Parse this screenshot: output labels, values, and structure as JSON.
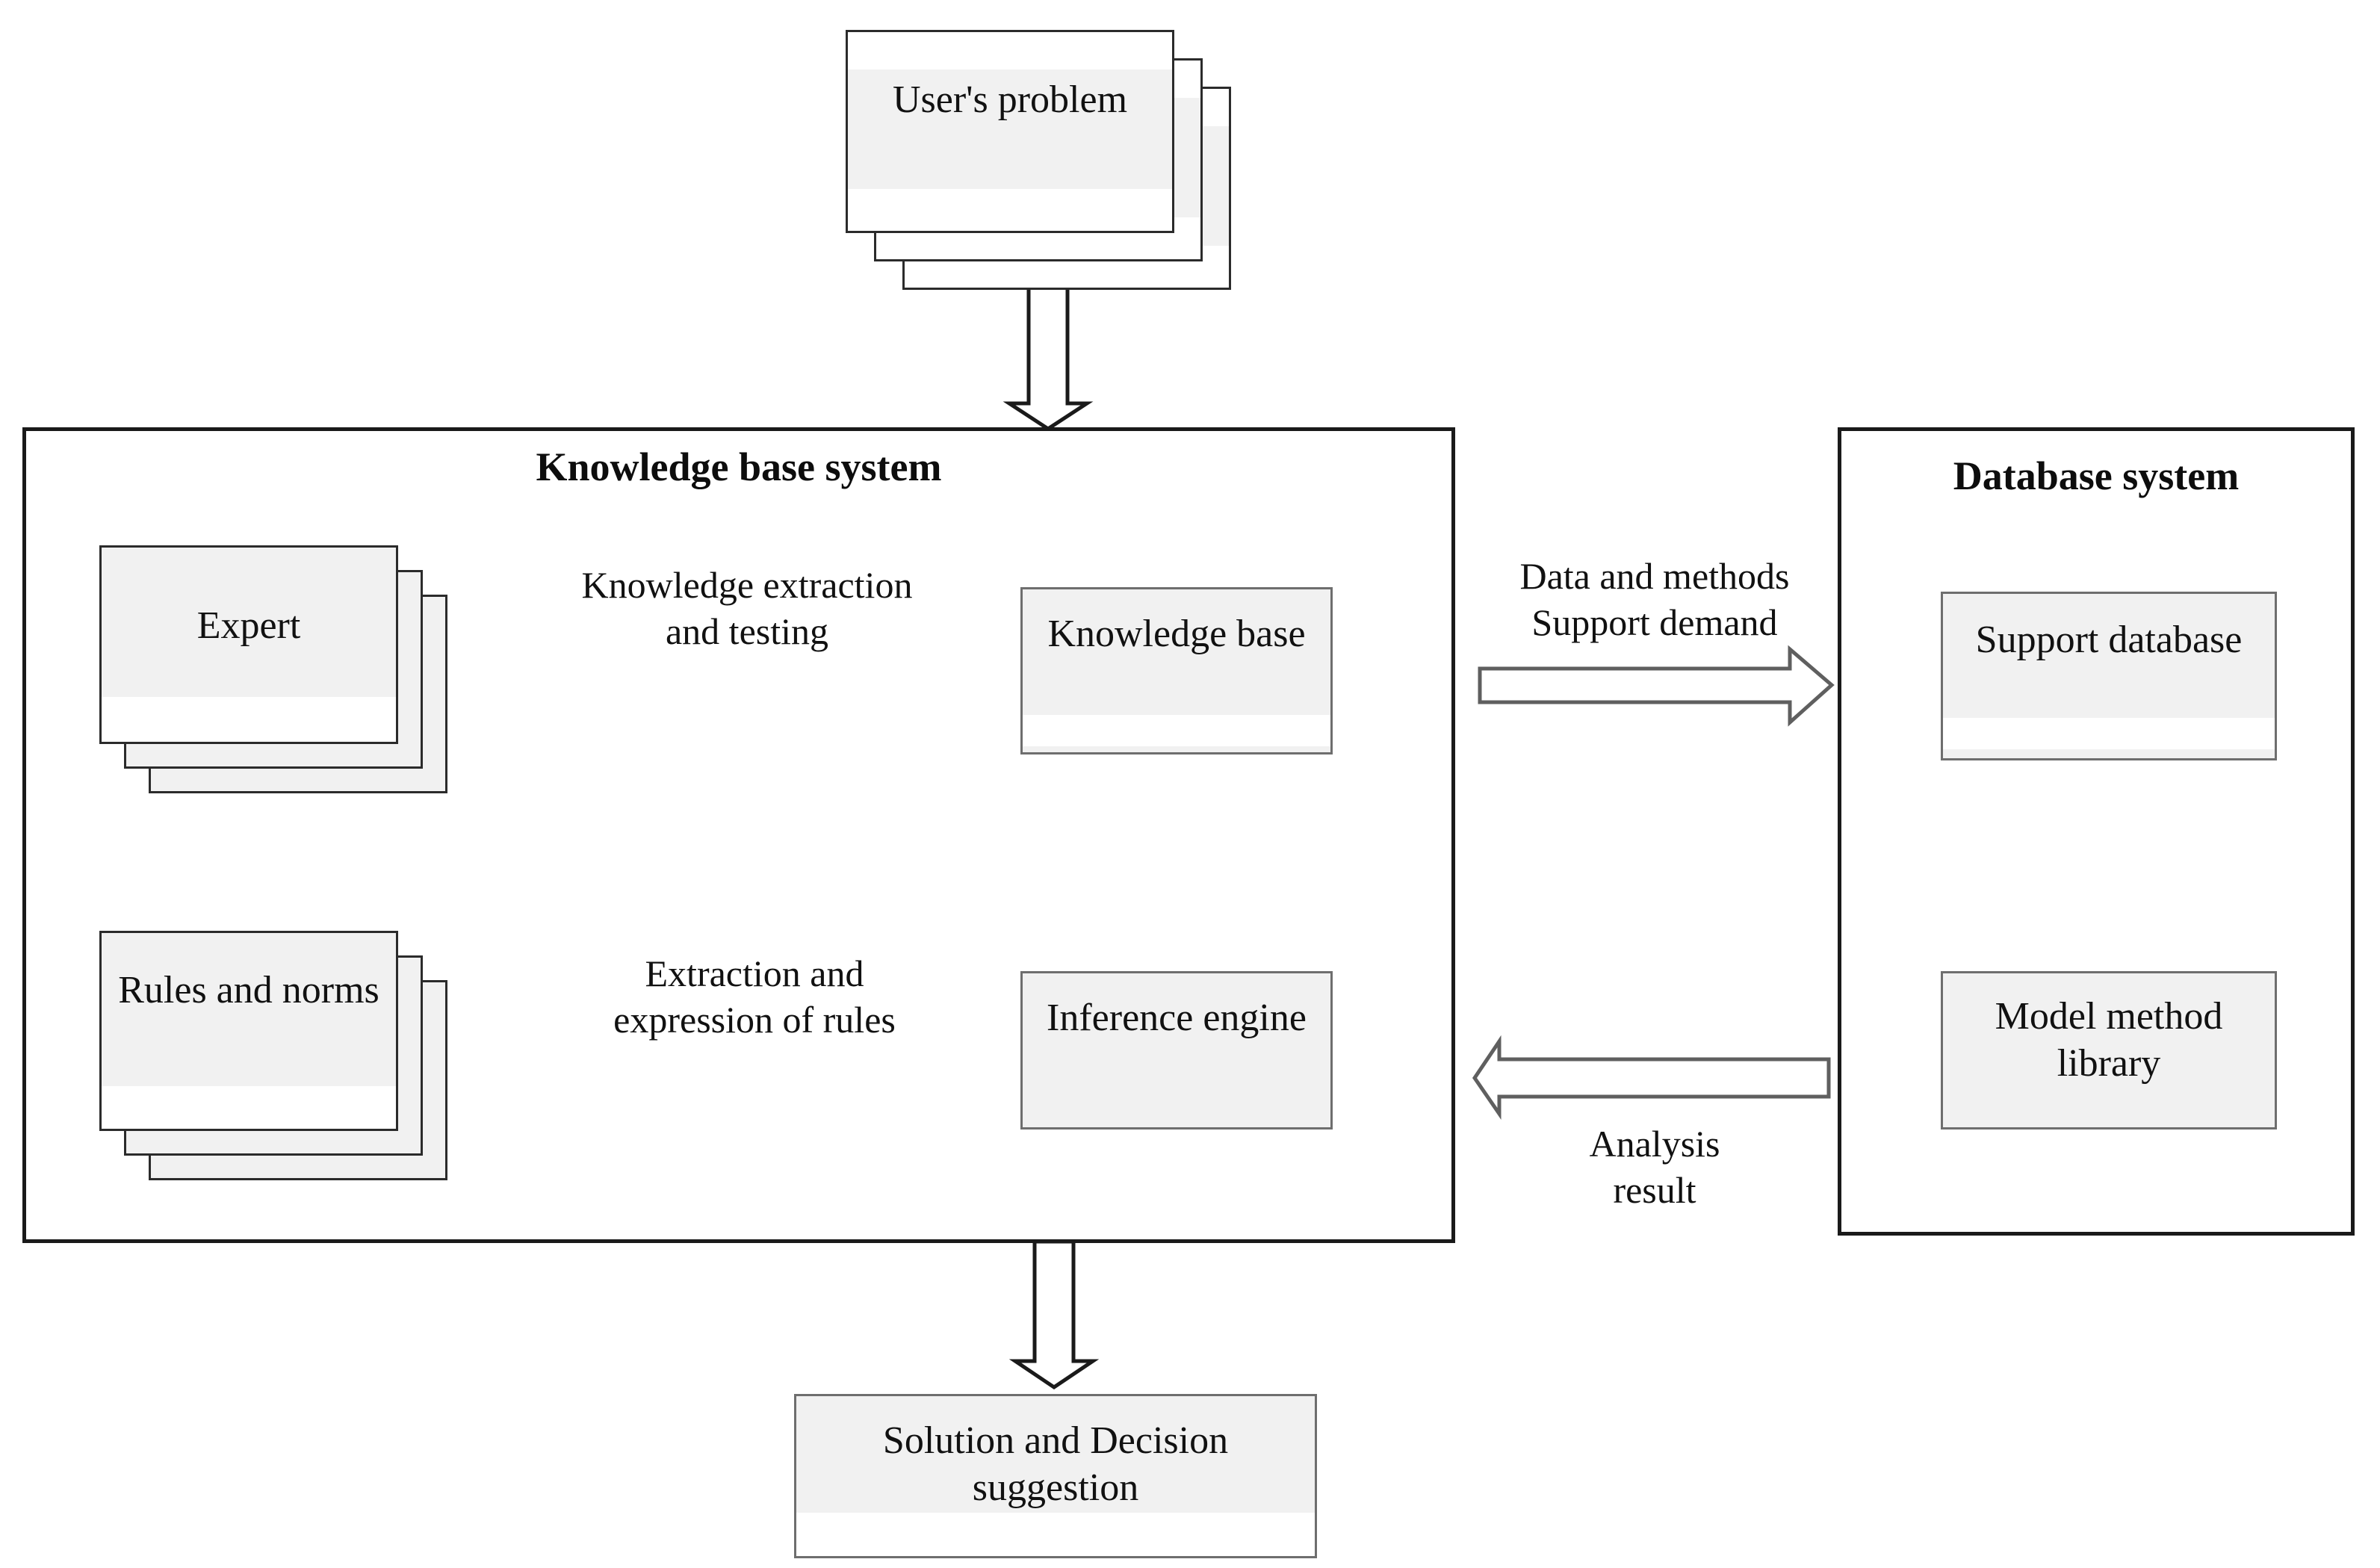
{
  "diagram": {
    "title": "Expert system architecture diagram",
    "colors": {
      "node_fill": "#f1f1f1",
      "node_border": "#6e6e6e",
      "card_border": "#2b2b2b",
      "container_border": "#1a1a1a",
      "arrow_stroke": "#1a1a1a",
      "block_arrow_stroke": "#5f5f5f",
      "background": "#ffffff",
      "text": "#111111"
    }
  },
  "nodes": {
    "users_problem": {
      "label": "User's\nproblem",
      "shape": "stacked-cards",
      "count": 3
    },
    "expert": {
      "label": "Expert",
      "shape": "stacked-cards",
      "count": 3
    },
    "rules_and_norms": {
      "label": "Rules and\nnorms",
      "shape": "stacked-cards",
      "count": 3
    },
    "knowledge_base": {
      "label": "Knowledge\nbase",
      "shape": "rect"
    },
    "inference_engine": {
      "label": "Inference\nengine",
      "shape": "rect"
    },
    "support_database": {
      "label": "Support\ndatabase",
      "shape": "rect"
    },
    "model_method_library": {
      "label": "Model method\nlibrary",
      "shape": "rect"
    },
    "solution": {
      "label": "Solution and\nDecision suggestion",
      "shape": "rect"
    }
  },
  "containers": {
    "knowledge_base_system": {
      "title": "Knowledge base system"
    },
    "database_system": {
      "title": "Database system"
    }
  },
  "edges": {
    "knowledge_extraction": {
      "label": "Knowledge extraction\nand testing",
      "from": "expert",
      "to": "knowledge_base",
      "style": "line-arrow"
    },
    "extraction_rules": {
      "label": "Extraction and\nexpression of rules",
      "from": "rules_and_norms",
      "to": "inference_engine",
      "style": "line-arrow"
    },
    "kb_ie_link": {
      "label": "",
      "from": "knowledge_base",
      "to": "inference_engine",
      "style": "double-headed-line-arrow"
    },
    "data_and_methods": {
      "label": "Data and methods\nSupport demand",
      "from": "knowledge_base_system",
      "to": "database_system",
      "style": "hollow-block-arrow-right"
    },
    "analysis_result": {
      "label": "Analysis\nresult",
      "from": "database_system",
      "to": "knowledge_base_system",
      "style": "hollow-block-arrow-left"
    },
    "problem_in": {
      "label": "",
      "from": "users_problem",
      "to": "knowledge_base_system",
      "style": "hollow-block-arrow-down"
    },
    "solution_out": {
      "label": "",
      "from": "knowledge_base_system",
      "to": "solution",
      "style": "hollow-block-arrow-down"
    }
  }
}
